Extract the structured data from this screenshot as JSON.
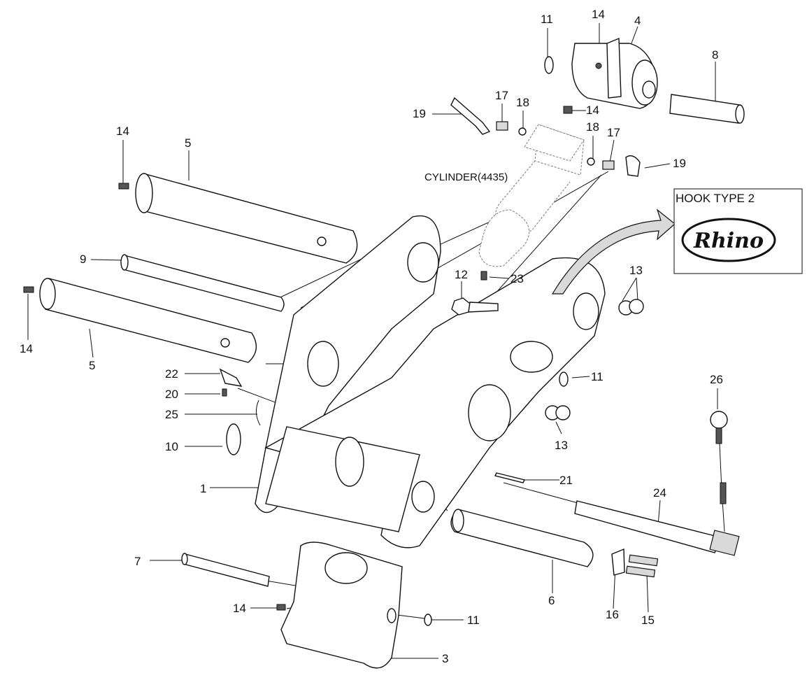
{
  "callouts": {
    "c1": "1",
    "c3": "3",
    "c4": "4",
    "c5a": "5",
    "c5b": "5",
    "c6": "6",
    "c7": "7",
    "c8": "8",
    "c9": "9",
    "c10": "10",
    "c11a": "11",
    "c11b": "11",
    "c11c": "11",
    "c12": "12",
    "c13a": "13",
    "c13b": "13",
    "c14a": "14",
    "c14b": "14",
    "c14c": "14",
    "c14d": "14",
    "c14e": "14",
    "c15": "15",
    "c16": "16",
    "c17a": "17",
    "c17b": "17",
    "c18a": "18",
    "c18b": "18",
    "c19a": "19",
    "c19b": "19",
    "c20": "20",
    "c21": "21",
    "c22": "22",
    "c23": "23",
    "c24": "24",
    "c25": "25",
    "c26": "26"
  },
  "cylinder_label": "CYLINDER(4435)",
  "hook_box": {
    "title": "HOOK TYPE 2",
    "logo": "Rhino"
  }
}
